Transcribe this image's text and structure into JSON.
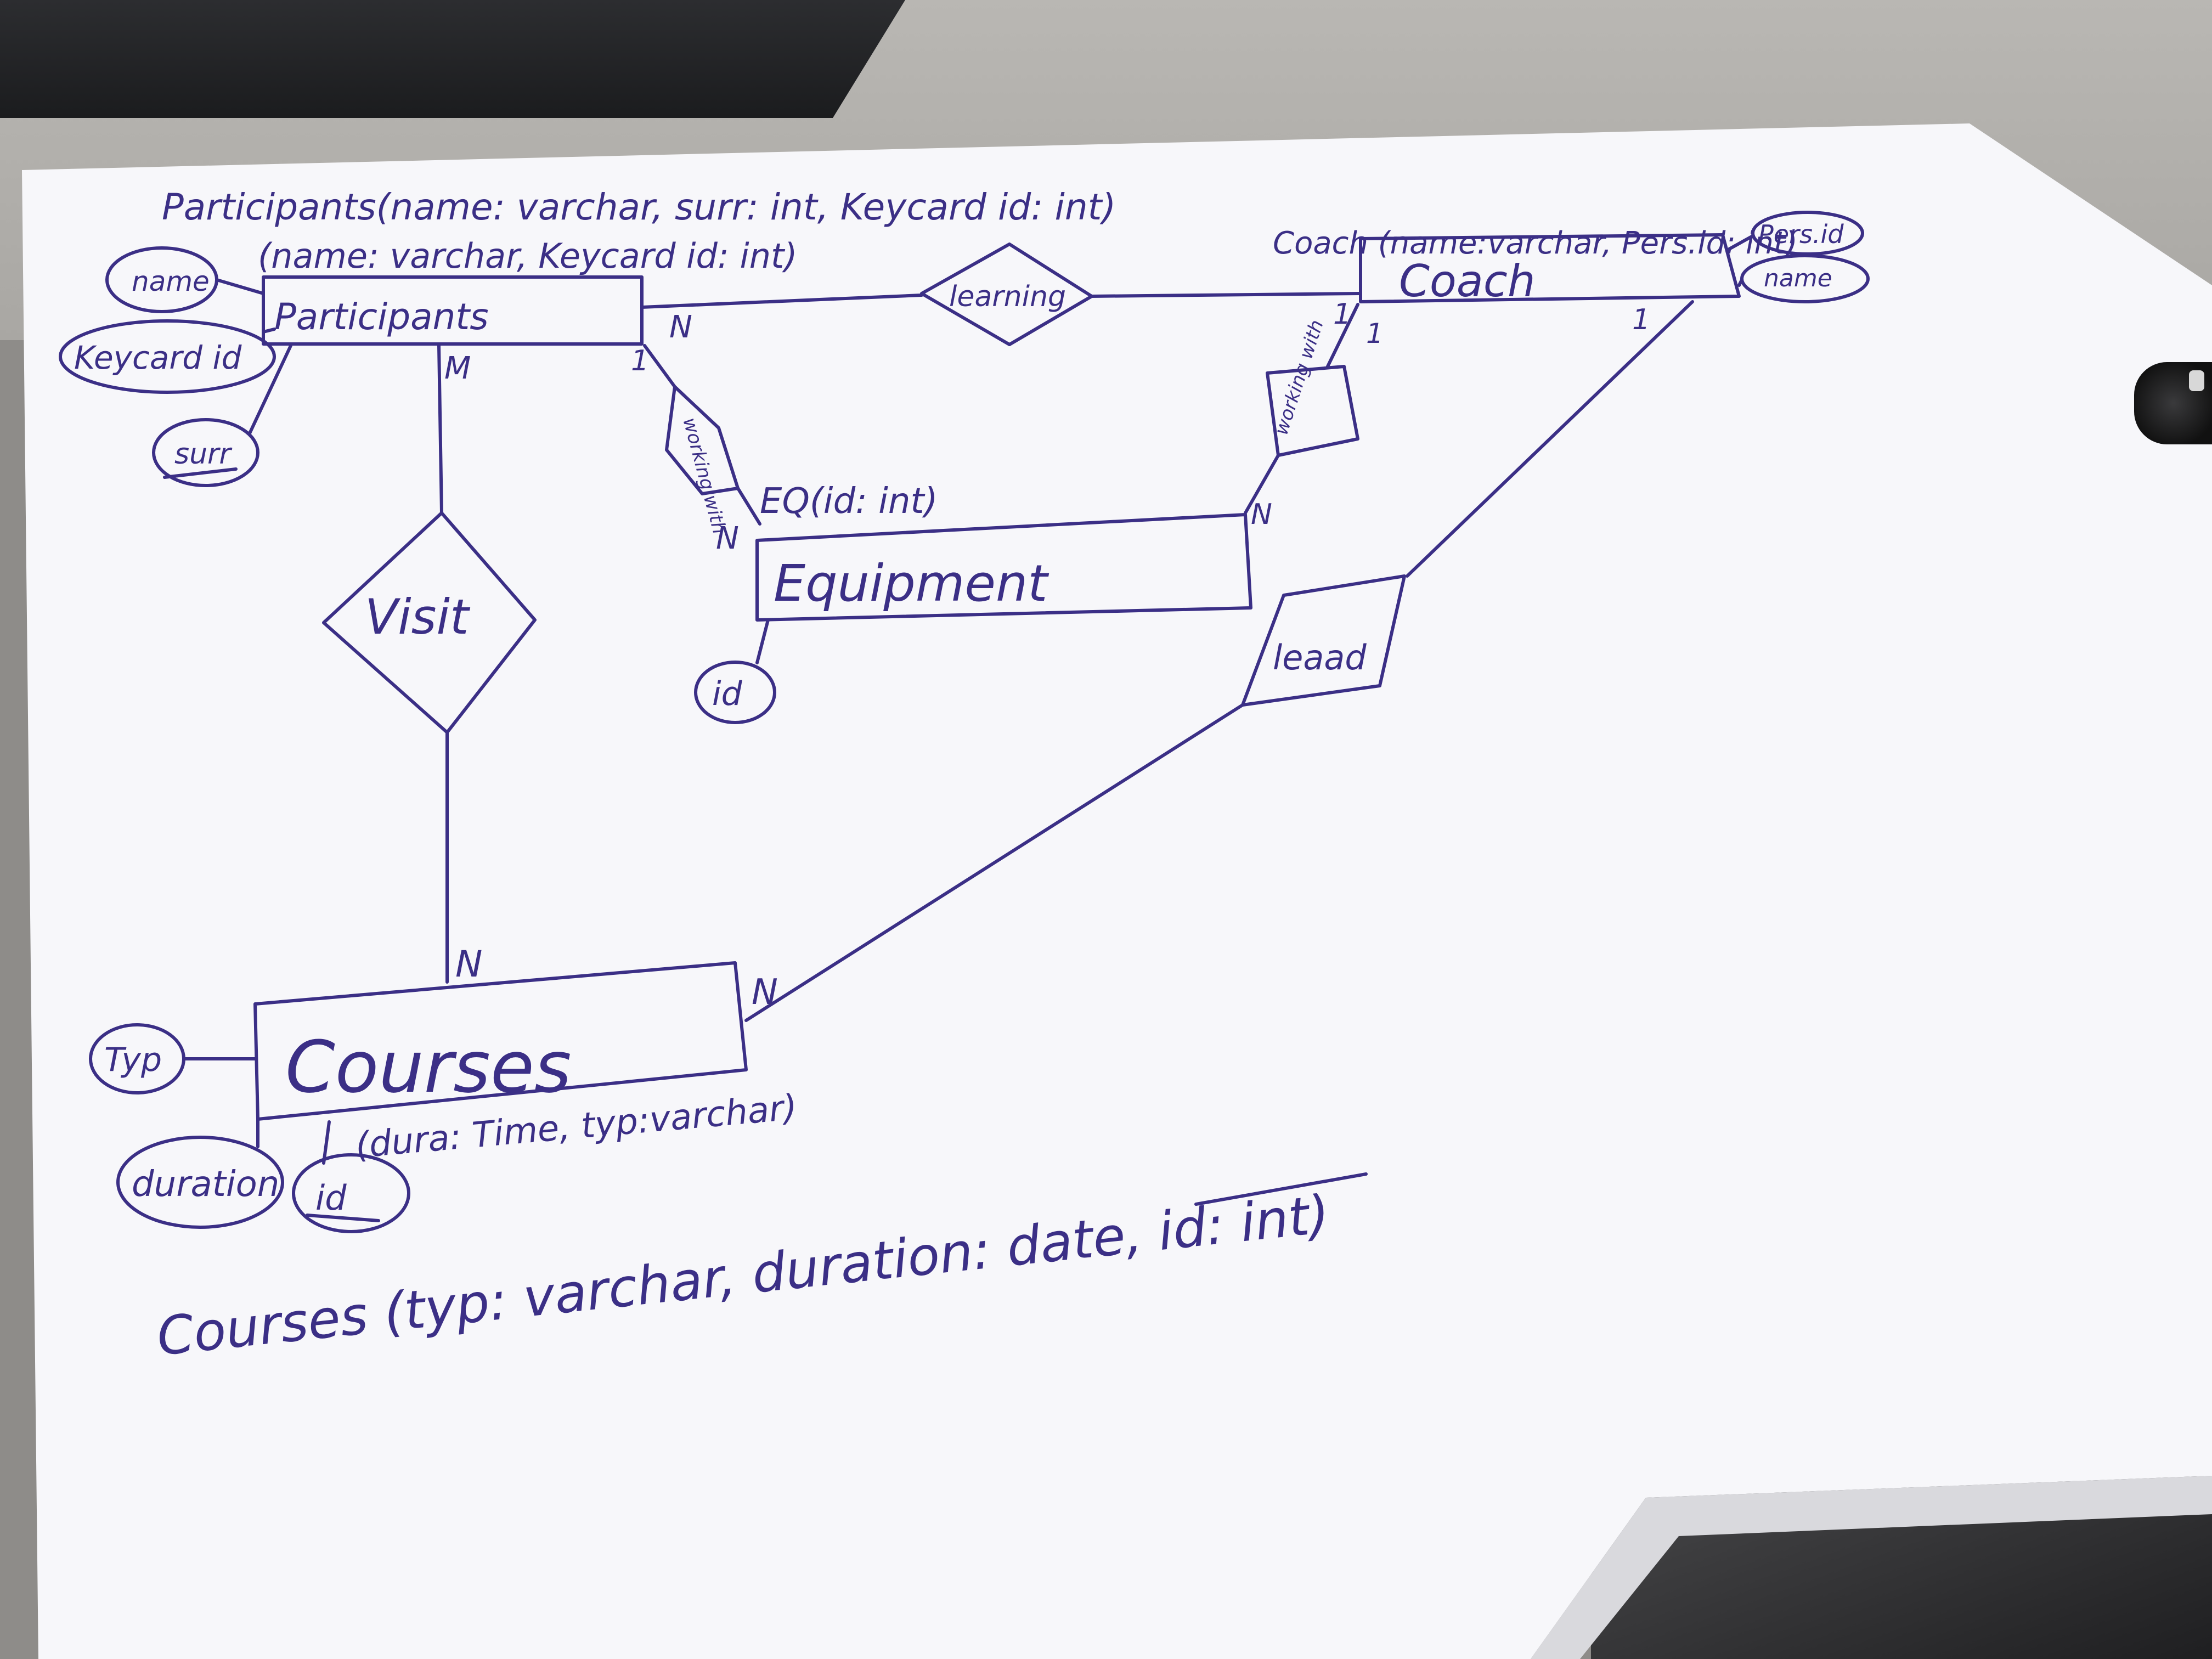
{
  "header_notes": {
    "participants_schema": "Participants(name: varchar, surr: int, Keycard id: int)",
    "participants_schema_2": "(name: varchar, Keycard id: int)",
    "coach_schema": "Coach (name:varchar, Pers.id: int)",
    "equipment_schema": "EQ(id: int)",
    "courses_schema_1": "(dura: Time, typ:varchar)",
    "courses_schema_2": "Courses (typ: varchar, duration: date, id: int)"
  },
  "entities": {
    "participants": "Participants",
    "coach": "Coach",
    "equipment": "Equipment",
    "courses": "Courses"
  },
  "relationships": {
    "learning": "learning",
    "visit": "Visit",
    "working_with_left": "working with",
    "working_with_right": "working with",
    "lead": "leaad"
  },
  "attributes": {
    "name": "name",
    "keycard_id": "Keycard id",
    "surr": "surr",
    "pers_id": "Pers.id",
    "coach_name": "name",
    "equipment_id": "id",
    "typ": "Typ",
    "duration": "duration",
    "course_id": "id"
  },
  "cardinalities": {
    "participants_learning": "N",
    "coach_learning": "1",
    "participants_visit": "M",
    "courses_visit": "N",
    "participants_working": "1",
    "equipment_working_left": "N",
    "coach_working": "1",
    "equipment_working_right": "N",
    "coach_lead": "1",
    "courses_lead": "N"
  },
  "colors": {
    "ink": "#3b2f86",
    "paper": "#f7f7fa",
    "desk": "#a9a7a3"
  }
}
